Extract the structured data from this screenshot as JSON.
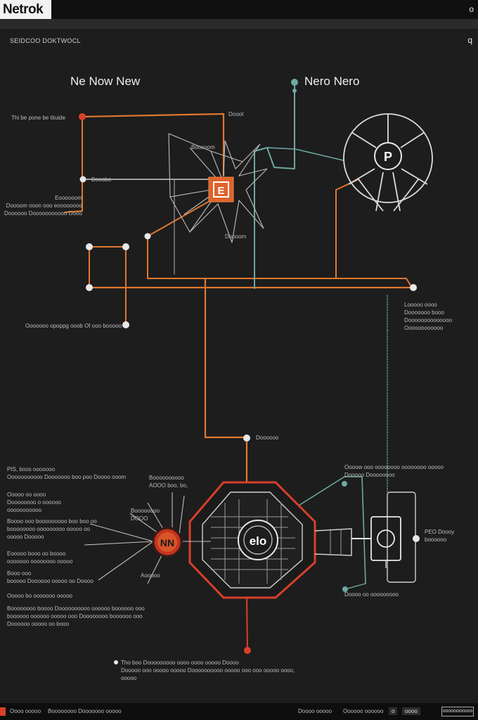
{
  "header": {
    "logo": "Netrok",
    "top_control": "o"
  },
  "diagram": {
    "subtitle": "SEIDCOO DOKTWOCL",
    "corner_control": "q",
    "heading_left": "Ne Now New",
    "heading_right": "Nero Nero",
    "hub_top_label": "E",
    "hub_bottom_label": "NN",
    "fan_label": "P",
    "chip_label": "elo",
    "labels": {
      "l1": "Thi be pone be tituide",
      "l2": "Dooot",
      "l3": "Boosoom",
      "l4": "Dooobo",
      "l5": "Eoooooom\nDoooom ooon ooo eoooooooo\nDoooooo Dooooooooooo Dooo",
      "l6": "Doooom",
      "l7": "Ooooooo opoppg ooob Of ooo booooo",
      "l8": "Looooo oooo\nDooooooo booo\nDoooooooooooooo\nOooooooooooo",
      "l9": "Doooooo",
      "l10": "PIS, boos ooooooo\nOoooooooooo Dooooooo boo poo Doooo ooom",
      "l11": "Boooooooooo\nAOOO boo, bo,",
      "l12": "Oooow ooo oooooooo oooooooo ooooo\nDooooo Doooooooo",
      "l13": "Ooooo oo oooo\nDoooooooo o oooooo\nooooooooooo",
      "l14": "Boooooooo\nDOOO",
      "l15": "Boooo ooo booooooooo boo boo oo\nboooooooo ooooooooo ooooo oo\nooooo Dooooo",
      "l16": "Eooooo booo oo boooo\nooooooo oooooooo ooooo",
      "l17": "Booo ooo\nbooooo Doooooo ooooo oo Doooo",
      "l18": "Aooooo",
      "l19": "Ooooo bo ooooooo ooooo",
      "l20": "PEO Doooy\nboooooo",
      "l21": "Doooo oo ooooooooo",
      "l22": "Boooooooo boooo Doooooooooo oooooo boooooo ooo\nboooooo oooooo ooooo ooo Doooooooo boooooo ooo\nDoooooo ooooo oo booo",
      "l23": "Tho boo Dooooooooo oooo oooo ooooo Doooo\nDooooo ooo ooooo ooooo Doooooooooo ooooo ooo ooo ooooo oooo,\nooooo"
    }
  },
  "footer": {
    "left_text": "Oooo ooooo",
    "mid_text": "Boooooooo Dooooooo ooooo",
    "right_text_1": "Doooo ooooo",
    "right_text_2": "Oooooo oooooo",
    "right_ctl_1": "o",
    "right_ctl_2": "oooo",
    "right_box": "ooooooooooo"
  },
  "colors": {
    "orange": "#e0772e",
    "teal": "#6fa8a2",
    "red": "#d8402a",
    "grey": "#9a9a9a",
    "white": "#e8e8e8"
  }
}
